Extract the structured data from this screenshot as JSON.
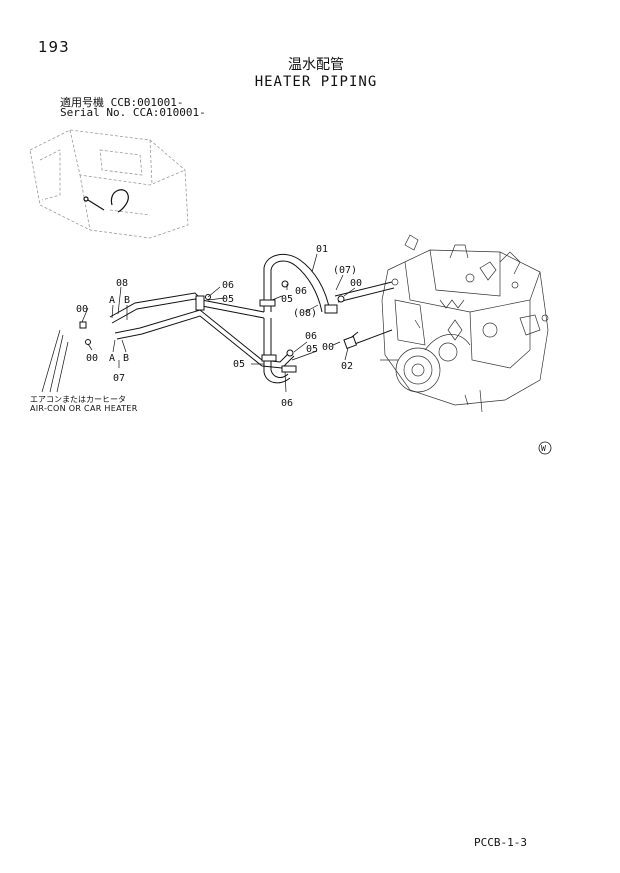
{
  "page": {
    "number": "193",
    "title_jp": "温水配管",
    "title_en": "HEATER PIPING",
    "serial_line_1": "適用号機  CCB:001001-",
    "serial_line_2": "Serial No. CCA:010001-",
    "footer_code": "PCCB-1-3"
  },
  "diagram": {
    "callouts": [
      "01",
      "(07)",
      "00",
      "06",
      "05",
      "(08)",
      "06",
      "05",
      "00",
      "02",
      "06",
      "05",
      "05",
      "06",
      "08",
      "A",
      "B",
      "00",
      "00",
      "A",
      "B",
      "07"
    ],
    "note_jp": "エアコンまたはカーヒータ",
    "note_en": "AIR-CON  OR  CAR  HEATER",
    "mark": "W"
  }
}
